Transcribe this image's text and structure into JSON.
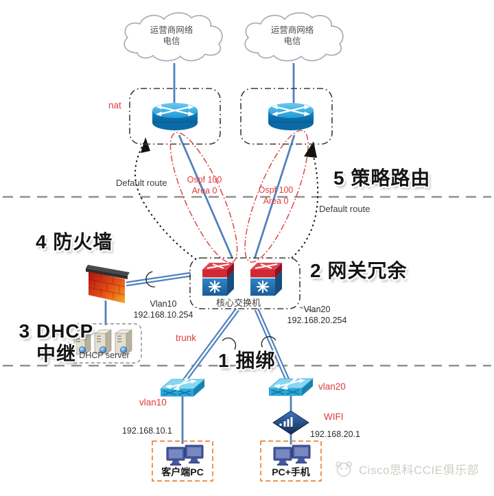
{
  "colors": {
    "link_blue": "#4f81bd",
    "annotation_red": "#de3a3a",
    "separator_gray": "#8f8f8f",
    "step_label_black": "#151515",
    "router_blue": "#1489cc",
    "core_switch_red": "#cf2936",
    "core_switch_blue": "#2f86c8",
    "access_switch_cyan": "#2ba6d8",
    "firewall_orange_red": "#e34f16",
    "monitor_blue": "#46589e",
    "pc_box_orange": "#e8833a",
    "watermark_gray": "#cdcdc6"
  },
  "clouds": {
    "left": "运营商网络\n电信",
    "right": "运营商网络\n电信"
  },
  "routing": {
    "nat": "nat",
    "default_route_left": "Default route",
    "default_route_right": "Default route",
    "ospf_left": "Ospf 100\nArea 0",
    "ospf_right": "Ospf 100\nArea 0"
  },
  "steps": {
    "bundling": "1 捆绑",
    "gateway_redundancy": "2 网关冗余",
    "dhcp_relay": "3 DHCP\n中继",
    "firewall": "4 防火墙",
    "policy_routing": "5 策略路由"
  },
  "core": {
    "name": "核心交换机",
    "vlan10_gateway": "Vlan10\n192.168.10.254",
    "vlan20_gateway": "Vlan20\n192.168.20.254"
  },
  "dhcp": {
    "server_label": "DHCP server"
  },
  "access": {
    "trunk": "trunk",
    "vlan10": "vlan10",
    "vlan20": "vlan20",
    "wifi": "WIFI",
    "subnet10_ip": "192.168.10.1",
    "subnet20_ip": "192.168.20.1",
    "clients_left": "客户端PC",
    "clients_right": "PC+手机"
  },
  "watermark": {
    "text": "Cisco思科CCIE俱乐部"
  }
}
